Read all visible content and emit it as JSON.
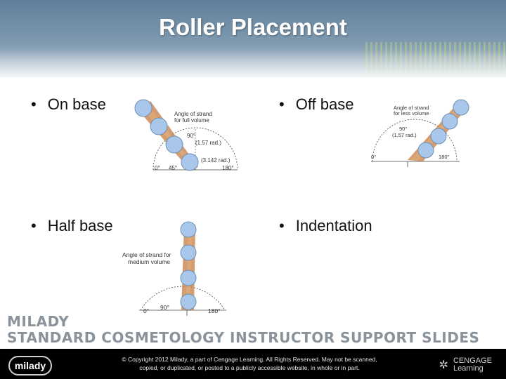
{
  "title": "Roller Placement",
  "bullets": {
    "on_base": "On base",
    "off_base": "Off base",
    "half_base": "Half base",
    "indentation": "Indentation"
  },
  "bullet_marker": "•",
  "figures": {
    "on_base": {
      "caption_l1": "Angle of strand",
      "caption_l2": "for full volume",
      "angle_90": "90°",
      "rad_157": "(1.57 rad.)",
      "rad_3142": "(3.142 rad.)",
      "deg_0": "0°",
      "deg_45": "45°",
      "deg_180": "180°"
    },
    "off_base": {
      "caption_l1": "Angle of strand",
      "caption_l2": "for less volume",
      "angle_90": "90°",
      "rad_157": "(1.57 rad.)",
      "deg_0": "0°",
      "deg_180": "180°"
    },
    "half_base": {
      "caption_l1": "Angle of strand for",
      "caption_l2": "medium volume",
      "deg_0": "0°",
      "angle_90": "90°",
      "deg_180": "180°"
    }
  },
  "brand": {
    "line1": "MILADY",
    "line2": "STANDARD COSMETOLOGY INSTRUCTOR SUPPORT SLIDES"
  },
  "footer": {
    "logo": "milady",
    "copyright_l1": "© Copyright 2012 Milady, a part of Cengage Learning. All Rights Reserved. May not be scanned,",
    "copyright_l2": "copied, or duplicated, or posted to a publicly accessible website, in whole or in part.",
    "cengage_l1": "CENGAGE",
    "cengage_l2": "Learning"
  }
}
